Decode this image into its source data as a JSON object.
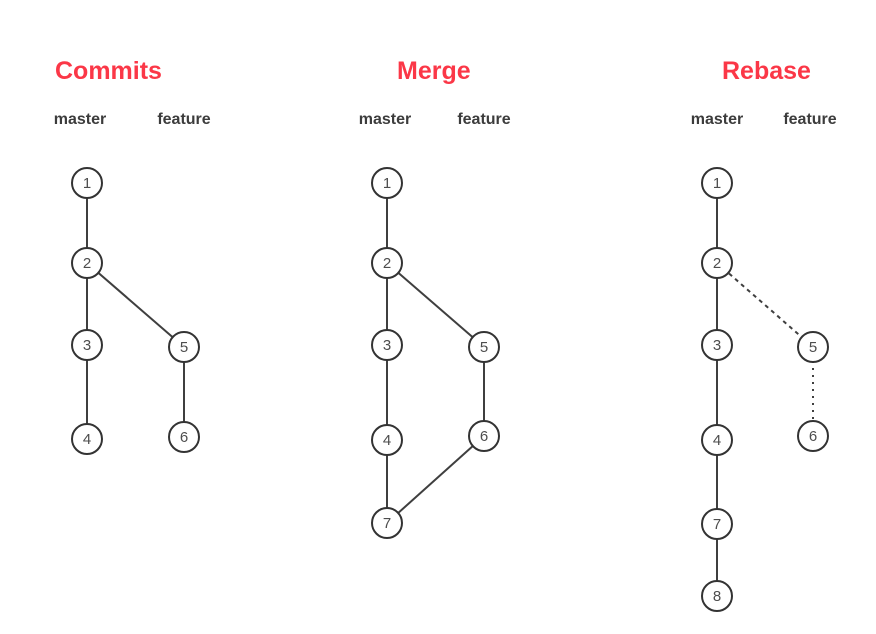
{
  "colors": {
    "title_red": "#fb3747",
    "node_fill": "#ffffff",
    "node_border": "#333333",
    "node_number": "#4d4d4d",
    "branch_label": "#3c3c3c",
    "edge": "#3f3f3f",
    "background": "#ffffff"
  },
  "diagrams": {
    "commits": {
      "title": "Commits",
      "branch_labels": {
        "master": "master",
        "feature": "feature"
      },
      "nodes": [
        {
          "label": "1",
          "branch": "master"
        },
        {
          "label": "2",
          "branch": "master"
        },
        {
          "label": "3",
          "branch": "master"
        },
        {
          "label": "4",
          "branch": "master"
        },
        {
          "label": "5",
          "branch": "feature"
        },
        {
          "label": "6",
          "branch": "feature"
        }
      ],
      "edges": [
        {
          "from": "1",
          "to": "2",
          "style": "solid"
        },
        {
          "from": "2",
          "to": "3",
          "style": "solid"
        },
        {
          "from": "3",
          "to": "4",
          "style": "solid"
        },
        {
          "from": "2",
          "to": "5",
          "style": "solid"
        },
        {
          "from": "5",
          "to": "6",
          "style": "solid"
        }
      ]
    },
    "merge": {
      "title": "Merge",
      "branch_labels": {
        "master": "master",
        "feature": "feature"
      },
      "nodes": [
        {
          "label": "1",
          "branch": "master"
        },
        {
          "label": "2",
          "branch": "master"
        },
        {
          "label": "3",
          "branch": "master"
        },
        {
          "label": "4",
          "branch": "master"
        },
        {
          "label": "5",
          "branch": "feature"
        },
        {
          "label": "6",
          "branch": "feature"
        },
        {
          "label": "7",
          "branch": "master"
        }
      ],
      "edges": [
        {
          "from": "1",
          "to": "2",
          "style": "solid"
        },
        {
          "from": "2",
          "to": "3",
          "style": "solid"
        },
        {
          "from": "3",
          "to": "4",
          "style": "solid"
        },
        {
          "from": "4",
          "to": "7",
          "style": "solid"
        },
        {
          "from": "2",
          "to": "5",
          "style": "solid"
        },
        {
          "from": "5",
          "to": "6",
          "style": "solid"
        },
        {
          "from": "6",
          "to": "7",
          "style": "solid"
        }
      ]
    },
    "rebase": {
      "title": "Rebase",
      "branch_labels": {
        "master": "master",
        "feature": "feature"
      },
      "nodes": [
        {
          "label": "1",
          "branch": "master"
        },
        {
          "label": "2",
          "branch": "master"
        },
        {
          "label": "3",
          "branch": "master"
        },
        {
          "label": "4",
          "branch": "master"
        },
        {
          "label": "5",
          "branch": "feature"
        },
        {
          "label": "6",
          "branch": "feature"
        },
        {
          "label": "7",
          "branch": "master"
        },
        {
          "label": "8",
          "branch": "master"
        }
      ],
      "edges": [
        {
          "from": "1",
          "to": "2",
          "style": "solid"
        },
        {
          "from": "2",
          "to": "3",
          "style": "solid"
        },
        {
          "from": "3",
          "to": "4",
          "style": "solid"
        },
        {
          "from": "4",
          "to": "7",
          "style": "solid"
        },
        {
          "from": "7",
          "to": "8",
          "style": "solid"
        },
        {
          "from": "2",
          "to": "5",
          "style": "dashed"
        },
        {
          "from": "5",
          "to": "6",
          "style": "dotted"
        }
      ]
    }
  }
}
